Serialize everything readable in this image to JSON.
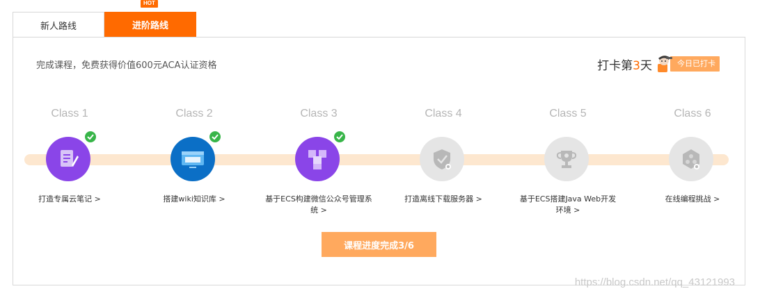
{
  "tabs": [
    {
      "label": "新人路线",
      "active": false
    },
    {
      "label": "进阶路线",
      "active": true,
      "badge": "HOT"
    }
  ],
  "subtitle": "完成课程，免费获得价值600元ACA认证资格",
  "checkin": {
    "prefix": "打卡第",
    "day": "3",
    "suffix": "天",
    "button_label": "今日已打卡"
  },
  "classes": [
    {
      "label": "Class 1",
      "name": "打造专属云笔记 >",
      "completed": true,
      "icon": "note-pen-icon"
    },
    {
      "label": "Class 2",
      "name": "搭建wiki知识库 >",
      "completed": true,
      "icon": "wiki-window-icon"
    },
    {
      "label": "Class 3",
      "name": "基于ECS构建微信公众号管理系统 >",
      "completed": true,
      "icon": "cubes-icon"
    },
    {
      "label": "Class 4",
      "name": "打造离线下载服务器 >",
      "completed": false,
      "icon": "shield-icon"
    },
    {
      "label": "Class 5",
      "name": "基于ECS搭建Java Web开发环境 >",
      "completed": false,
      "icon": "trophy-icon"
    },
    {
      "label": "Class 6",
      "name": "在线编程挑战 >",
      "completed": false,
      "icon": "hexagon-icon"
    }
  ],
  "progress_button": "课程进度完成3/6",
  "watermark": "https://blog.csdn.net/qq_43121993",
  "colors": {
    "accent": "#ff6a00",
    "accent_light": "#ffa95e",
    "completed_purple": "#8a45e8",
    "completed_blue": "#0b6fc6",
    "locked_gray": "#e5e5e5",
    "check_green": "#38b549",
    "track": "#fde7cf"
  }
}
